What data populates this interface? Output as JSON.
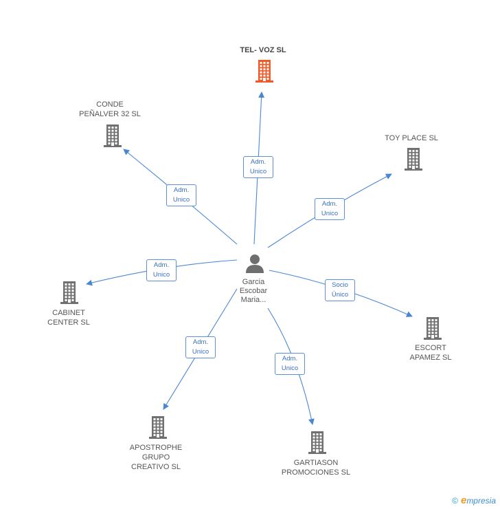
{
  "person": {
    "name_lines": [
      "Garcia",
      "Escobar",
      "Maria..."
    ],
    "icon": "person-icon"
  },
  "companies": [
    {
      "id": "telvoz",
      "lines": [
        "TEL- VOZ SL"
      ],
      "main": true,
      "color": "#f05a28"
    },
    {
      "id": "conde",
      "lines": [
        "CONDE",
        "PEÑALVER 32 SL"
      ],
      "color": "#707070"
    },
    {
      "id": "toyplace",
      "lines": [
        "TOY PLACE SL"
      ],
      "color": "#707070"
    },
    {
      "id": "cabinet",
      "lines": [
        "CABINET",
        "CENTER SL"
      ],
      "color": "#707070"
    },
    {
      "id": "escort",
      "lines": [
        "ESCORT",
        "APAMEZ SL"
      ],
      "color": "#707070"
    },
    {
      "id": "apostrophe",
      "lines": [
        "APOSTROPHE",
        "GRUPO",
        "CREATIVO SL"
      ],
      "color": "#707070"
    },
    {
      "id": "gartiason",
      "lines": [
        "GARTIASON",
        "PROMOCIONES SL"
      ],
      "color": "#707070"
    }
  ],
  "relations": [
    {
      "to": "telvoz",
      "lines": [
        "Adm.",
        "Unico"
      ]
    },
    {
      "to": "conde",
      "lines": [
        "Adm.",
        "Unico"
      ]
    },
    {
      "to": "toyplace",
      "lines": [
        "Adm.",
        "Unico"
      ]
    },
    {
      "to": "cabinet",
      "lines": [
        "Adm.",
        "Unico"
      ]
    },
    {
      "to": "escort",
      "lines": [
        "Socio",
        "Único"
      ]
    },
    {
      "to": "apostrophe",
      "lines": [
        "Adm.",
        "Unico"
      ]
    },
    {
      "to": "gartiason",
      "lines": [
        "Adm.",
        "Unico"
      ]
    }
  ],
  "edge_color": "#4a86d4",
  "brand": {
    "copyright": "©",
    "initial": "e",
    "rest": "mpresia"
  }
}
